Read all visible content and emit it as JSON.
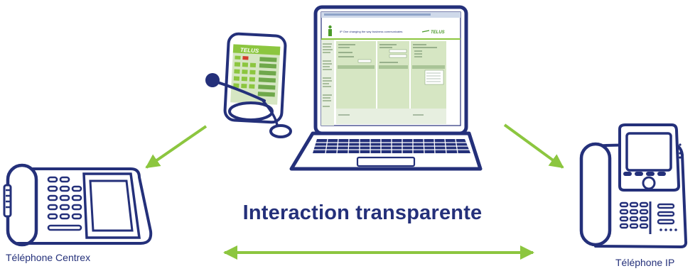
{
  "title": "Interaction transparente",
  "devices": {
    "left_phone_label": "Téléphone Centrex",
    "right_phone_label": "Téléphone IP"
  },
  "screen": {
    "header": "IP One  changing the way business communicates",
    "brand": "TELUS",
    "softphone_brand": "TELUS"
  },
  "colors": {
    "outline": "#24307a",
    "arrow": "#8cc63f",
    "screen_panel": "#d6e6c3",
    "accent_green": "#4b9a2a"
  }
}
